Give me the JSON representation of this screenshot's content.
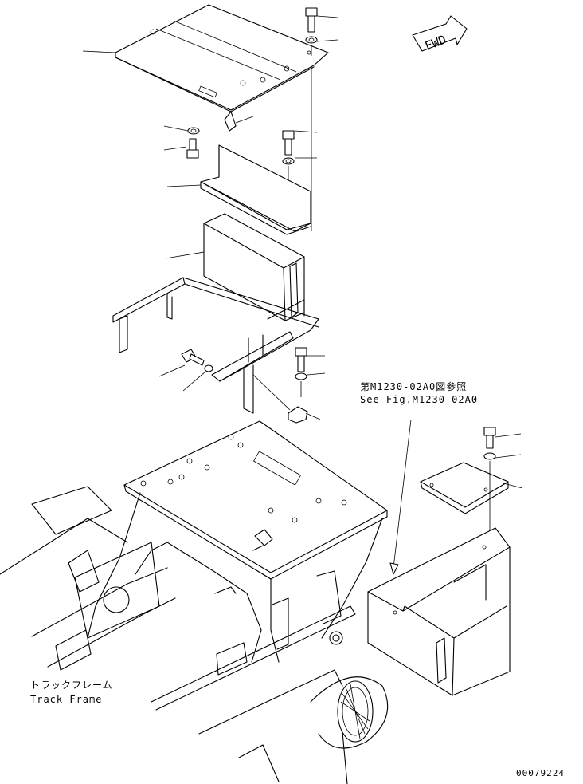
{
  "fwd_label": "FWD",
  "reference_note": {
    "jp": "第M1230-02A0図参照",
    "en": "See Fig.M1230-02A0"
  },
  "track_frame": {
    "jp": "トラックフレーム",
    "en": "Track Frame"
  },
  "drawing_number": "00079224"
}
